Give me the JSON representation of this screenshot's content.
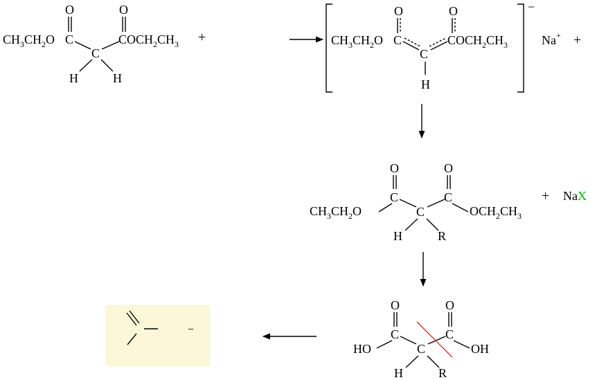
{
  "colors": {
    "background": "#ffffff",
    "text": "#000000",
    "hydrogen_cyan": "#00e5e5",
    "hydrogen_green": "#00b400",
    "halide_green": "#00b400",
    "r_group_magenta": "#e000e0",
    "cleave_line_red": "#e02020",
    "product_box_fill": "#fbf7d8"
  },
  "reactant": {
    "left_ester_a": "CH",
    "left_ester_b": "CH",
    "left_ester_c": "O",
    "left_sub_1": "3",
    "left_sub_2": "2",
    "left_carbonyl_c": "C",
    "left_carbonyl_o": "O",
    "center_c": "C",
    "right_carbonyl_o": "O",
    "right_ester_a": "COCH",
    "right_ester_b": "CH",
    "right_sub_1": "2",
    "right_sub_2": "3",
    "h_left": "H",
    "h_right": "H",
    "plus": "+"
  },
  "enolate": {
    "left_ester_a": "CH",
    "left_ester_b": "CH",
    "left_ester_c": "O",
    "left_sub_1": "3",
    "left_sub_2": "2",
    "left_carbonyl_c": "C",
    "left_carbonyl_o": "O",
    "center_c": "C",
    "right_carbonyl_o": "O",
    "right_ester_a": "COCH",
    "right_ester_b": "CH",
    "right_sub_1": "2",
    "right_sub_2": "3",
    "h": "H",
    "charge": "−",
    "counter_ion": "Na",
    "counter_charge": "+",
    "plus": "+"
  },
  "alkylated": {
    "left_ester_a": "CH",
    "left_ester_b": "CH",
    "left_ester_c": "O",
    "left_sub_1": "3",
    "left_sub_2": "2",
    "left_c": "C",
    "left_o": "O",
    "center_c": "C",
    "right_c": "C",
    "right_o": "O",
    "right_ester_a": "OCH",
    "right_ester_b": "CH",
    "right_sub_1": "2",
    "right_sub_2": "3",
    "h": "H",
    "r": "R",
    "plus": "+",
    "salt_na": "Na",
    "salt_x": "X"
  },
  "diacid": {
    "left_oh": "HO",
    "left_c": "C",
    "left_o": "O",
    "center_c": "C",
    "right_c": "C",
    "right_o": "O",
    "right_oh": "OH",
    "h": "H",
    "r": "R"
  },
  "product": {
    "charge": "−"
  }
}
